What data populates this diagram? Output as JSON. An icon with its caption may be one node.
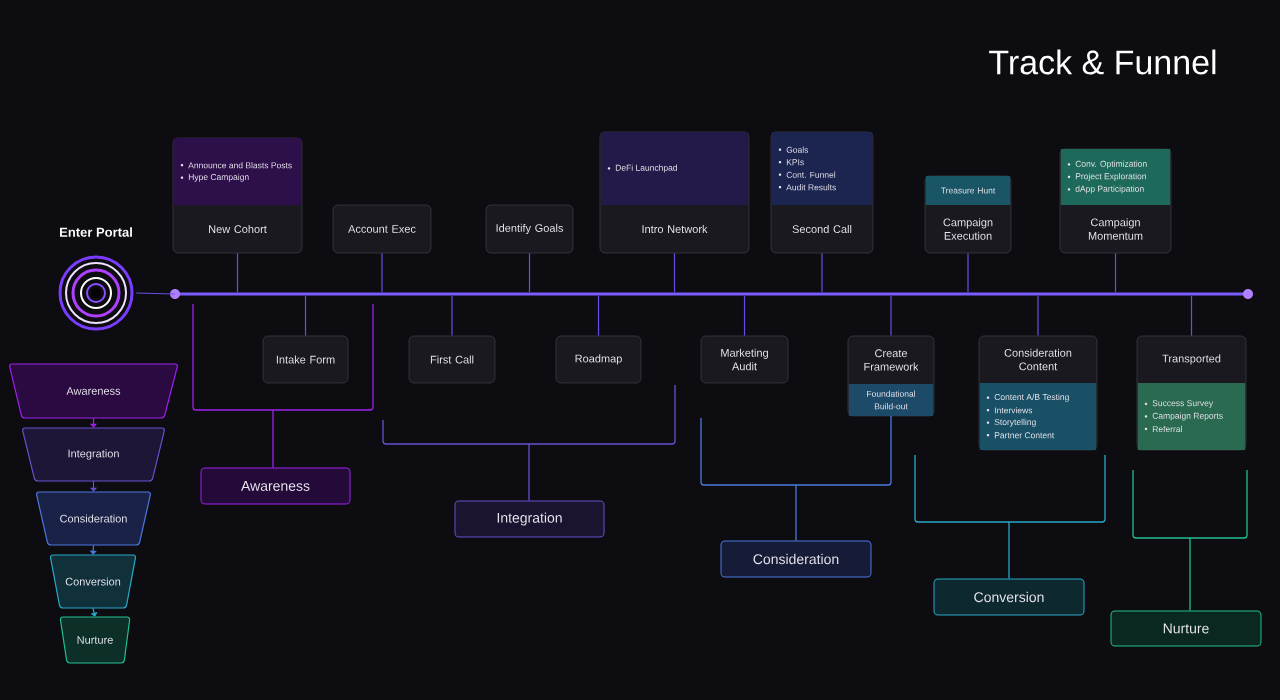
{
  "diagram": {
    "title": "Track & Funnel",
    "nodes": [
      {
        "text": [
          "Enter Portal"
        ]
      },
      {
        "text": [],
        "shape": "bar"
      },
      {
        "text": [
          "New Cohort"
        ]
      },
      {
        "text": [
          "Announce and Blasts Posts",
          "Hype Campaign"
        ],
        "in": 2
      },
      {
        "text": [
          "Account Exec"
        ]
      },
      {
        "text": [
          "Identify Goals"
        ]
      },
      {
        "text": [
          "Intro Network"
        ]
      },
      {
        "text": [
          "DeFi Launchpad"
        ],
        "in": 6
      },
      {
        "text": [
          "Second Call"
        ]
      },
      {
        "text": [
          "Goals",
          "KPIs",
          "Cont. Funnel",
          "Audit Results"
        ],
        "in": 8
      },
      {
        "text": [
          "Campaign Execution"
        ]
      },
      {
        "text": [
          "Treasure Hunt"
        ],
        "in": 10
      },
      {
        "text": [
          "Campaign Momentum"
        ]
      },
      {
        "text": [
          "Conv. Optimization",
          "Project Exploration",
          "dApp Participation"
        ],
        "in": 12
      },
      {
        "text": [
          "Intake Form"
        ]
      },
      {
        "text": [
          "First Call"
        ]
      },
      {
        "text": [
          "Roadmap"
        ]
      },
      {
        "text": [
          "Marketing Audit"
        ]
      },
      {
        "text": [
          "Create Framework"
        ]
      },
      {
        "text": [
          "Foundational Build-out"
        ],
        "in": 18
      },
      {
        "text": [
          "Consideration Content"
        ]
      },
      {
        "text": [
          "Content A/B Testing",
          "Interviews",
          "Storytelling",
          "Partner Content"
        ],
        "in": 20
      },
      {
        "text": [
          "Transported"
        ]
      },
      {
        "text": [
          "Success Survey",
          "Campaign Reports",
          "Referral"
        ],
        "in": 22
      },
      {
        "text": [
          "Awareness"
        ]
      },
      {
        "text": [
          "Integration"
        ]
      },
      {
        "text": [
          "Consideration"
        ]
      },
      {
        "text": [
          "Conversion"
        ]
      },
      {
        "text": [
          "Nurture"
        ]
      },
      {
        "text": [
          "Awareness"
        ]
      },
      {
        "text": [
          "Integration"
        ]
      },
      {
        "text": [
          "Consideration"
        ]
      },
      {
        "text": [
          "Conversion"
        ]
      },
      {
        "text": [
          "Nurture"
        ]
      }
    ],
    "edges": [
      {
        "from": 0,
        "to": 1,
        "arrow": "none"
      },
      {
        "from": 2,
        "to": 1,
        "arrow": "none"
      },
      {
        "from": 4,
        "to": 1,
        "arrow": "none"
      },
      {
        "from": 5,
        "to": 1,
        "arrow": "none"
      },
      {
        "from": 6,
        "to": 1,
        "arrow": "none"
      },
      {
        "from": 8,
        "to": 1,
        "arrow": "none"
      },
      {
        "from": 10,
        "to": 1,
        "arrow": "none"
      },
      {
        "from": 12,
        "to": 1,
        "arrow": "none"
      },
      {
        "from": 14,
        "to": 1,
        "arrow": "none"
      },
      {
        "from": 15,
        "to": 1,
        "arrow": "none"
      },
      {
        "from": 16,
        "to": 1,
        "arrow": "none"
      },
      {
        "from": 17,
        "to": 1,
        "arrow": "none"
      },
      {
        "from": 18,
        "to": 1,
        "arrow": "none"
      },
      {
        "from": 20,
        "to": 1,
        "arrow": "none"
      },
      {
        "from": 22,
        "to": 1,
        "arrow": "none"
      },
      {
        "from": 24,
        "to": 25,
        "arrow": "to",
        "color": "#a020f0"
      },
      {
        "from": 25,
        "to": 26,
        "arrow": "to",
        "color": "#6a4fd0"
      },
      {
        "from": 26,
        "to": 27,
        "arrow": "to",
        "color": "#4a78e0"
      },
      {
        "from": 27,
        "to": 28,
        "arrow": "to",
        "color": "#2aa8c8"
      }
    ]
  }
}
